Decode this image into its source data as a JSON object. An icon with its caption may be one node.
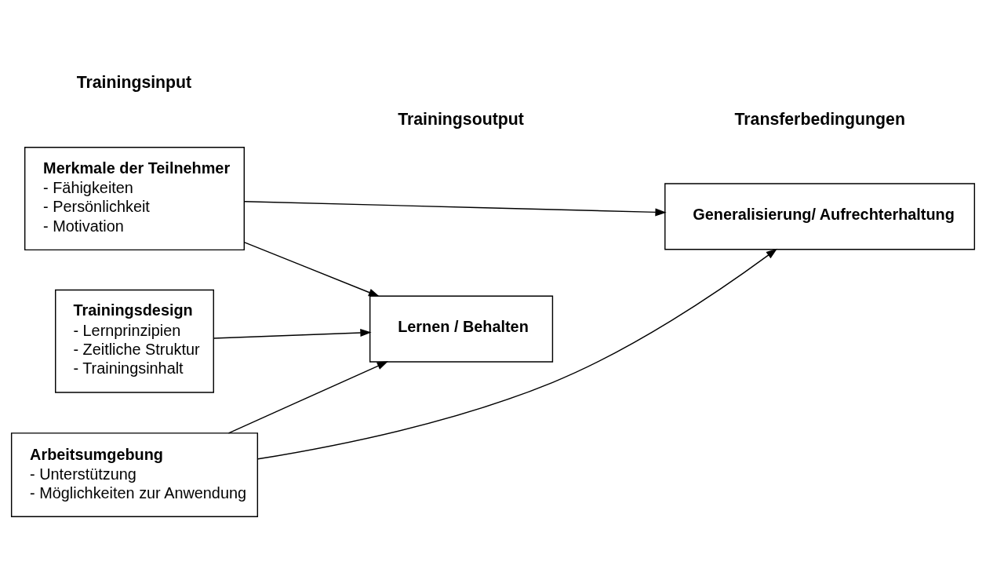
{
  "diagram": {
    "nodes": [
      {
        "text": [
          "Merkmale der Teilnehmer",
          "- Fähigkeiten",
          "- Persönlichkeit",
          "- Motivation"
        ]
      },
      {
        "text": [
          "Trainingsdesign",
          "- Lernprinzipien",
          "- Zeitliche Struktur",
          "- Trainingsinhalt"
        ]
      },
      {
        "text": [
          "Arbeitsumgebung",
          "- Unterstützung",
          "- Möglichkeiten zur Anwendung"
        ]
      },
      {
        "text": [
          "Lernen / Behalten"
        ]
      },
      {
        "text": [
          "Generalisierung/ Aufrechterhaltung"
        ]
      }
    ],
    "edges": [
      {
        "from": 0,
        "to": 4,
        "arrow": "to"
      },
      {
        "from": 0,
        "to": 3,
        "arrow": "to"
      },
      {
        "from": 1,
        "to": 3,
        "arrow": "to"
      },
      {
        "from": 2,
        "to": 3,
        "arrow": "to"
      },
      {
        "from": 2,
        "to": 4,
        "arrow": "to"
      }
    ],
    "labels": [
      "Trainingsinput",
      "Trainingsoutput",
      "Transferbedingungen"
    ]
  }
}
